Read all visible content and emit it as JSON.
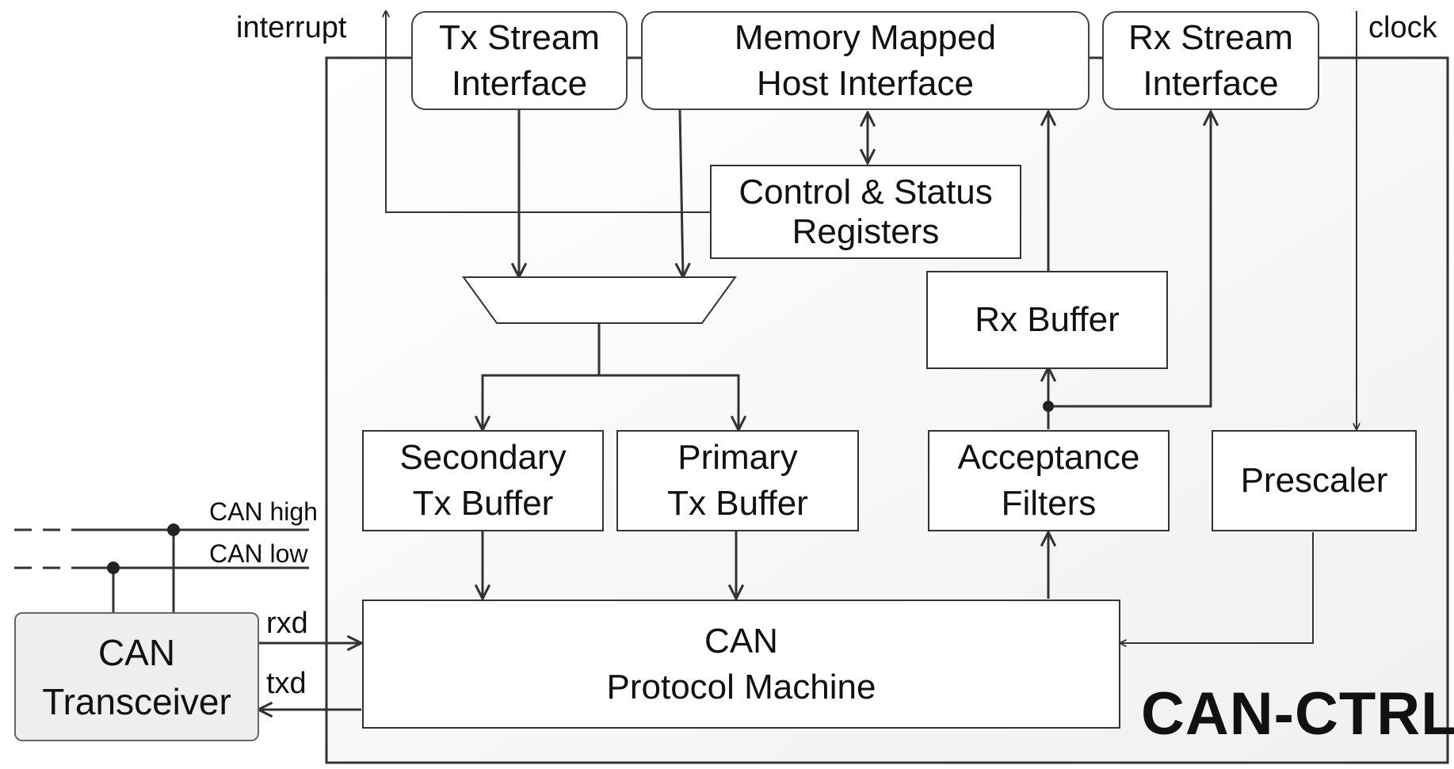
{
  "diagram": {
    "title": "CAN-CTRL",
    "signals": {
      "interrupt": "interrupt",
      "clock": "clock",
      "rxd": "rxd",
      "txd": "txd",
      "can_high": "CAN high",
      "can_low": "CAN low"
    },
    "blocks": {
      "tx_stream": [
        "Tx Stream",
        "Interface"
      ],
      "memory_mapped": [
        "Memory Mapped",
        "Host Interface"
      ],
      "rx_stream": [
        "Rx Stream",
        "Interface"
      ],
      "control_status": [
        "Control & Status",
        "Registers"
      ],
      "rx_buffer": [
        "Rx Buffer"
      ],
      "secondary_tx": [
        "Secondary",
        "Tx Buffer"
      ],
      "primary_tx": [
        "Primary",
        "Tx Buffer"
      ],
      "acceptance_filters": [
        "Acceptance",
        "Filters"
      ],
      "prescaler": [
        "Prescaler"
      ],
      "protocol_machine": [
        "CAN",
        "Protocol Machine"
      ],
      "transceiver": [
        "CAN",
        "Transceiver"
      ]
    }
  }
}
